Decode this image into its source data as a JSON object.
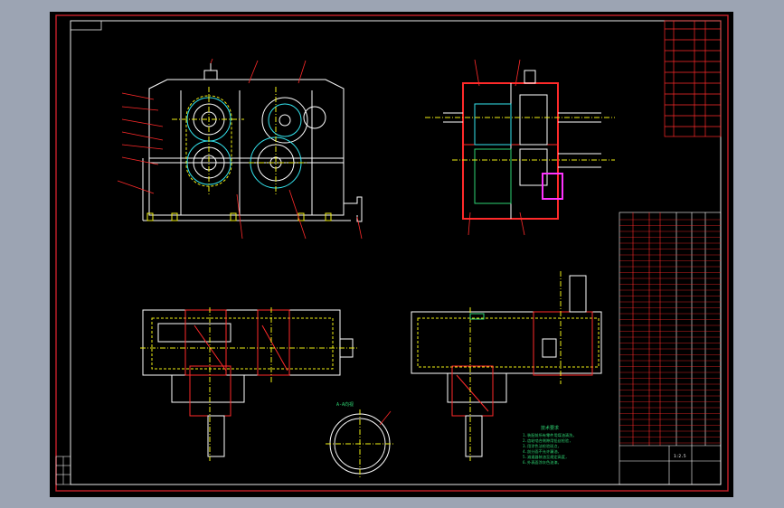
{
  "window": {
    "background": "#9ca4b3",
    "canvas_color": "#000000",
    "frame_color": "#c8202a"
  },
  "title_block": {
    "scale": "1:2.5"
  },
  "notes": {
    "heading": "技术要求",
    "lines": [
      "1.装配前所有零件用煤油清洗,",
      "2.齿轮啮合侧隙用铅丝检验,",
      "3.用涂色法检验斑点,",
      "4.剖分面不允许漏油,",
      "5.减速器装油至规定高度,",
      "6.外表面涂灰色油漆。"
    ]
  },
  "section_label": "A-A向视",
  "colors": {
    "outline": "#ffffff",
    "yellow": "#f1f014",
    "red": "#ff2a2a",
    "green": "#2ed573",
    "cyan": "#34e6f0",
    "magenta": "#ff33ff"
  }
}
